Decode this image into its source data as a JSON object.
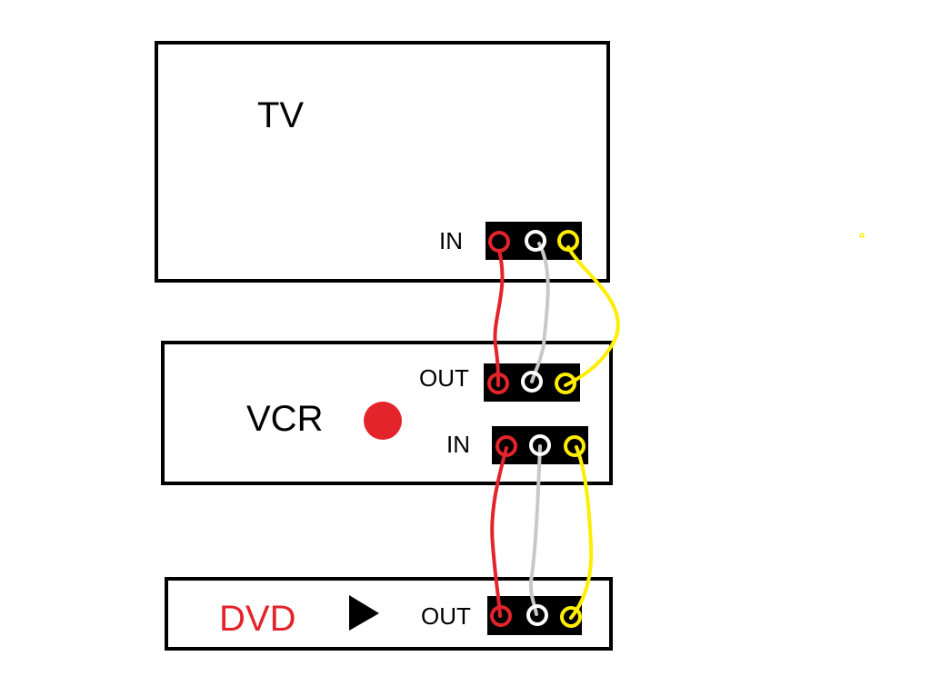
{
  "devices": {
    "tv": {
      "label": "TV",
      "in_label": "IN"
    },
    "vcr": {
      "label": "VCR",
      "out_label": "OUT",
      "in_label": "IN"
    },
    "dvd": {
      "label": "DVD",
      "out_label": "OUT"
    }
  },
  "colors": {
    "red": "#e3242b",
    "white": "#c8c8c8",
    "yellow": "#ffee00",
    "black": "#000000",
    "dvd_label": "#e3242b"
  },
  "icons": [
    "record-dot-icon",
    "play-icon"
  ]
}
